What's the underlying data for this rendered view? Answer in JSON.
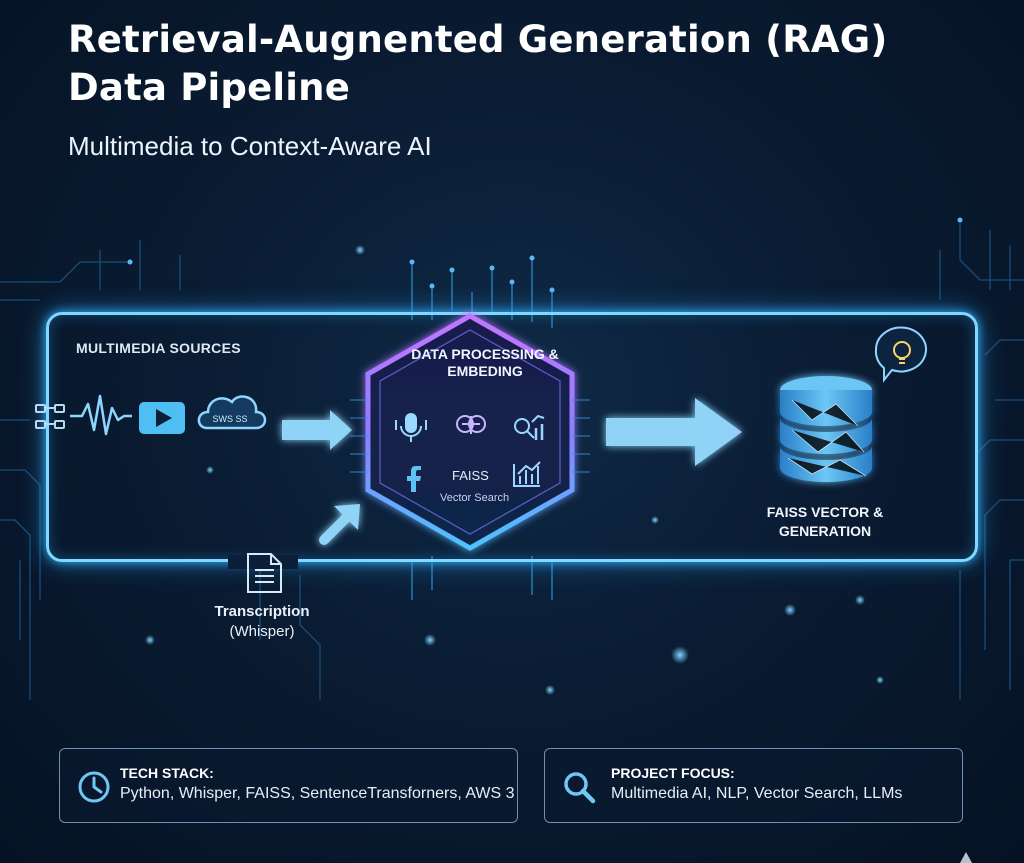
{
  "title": "Retrieval-Augnented Generation (RAG) Data Pipeline",
  "subtitle": "Multimedia to Context-Aware AI",
  "pipeline": {
    "sources_label": "MULTIMEDIA SOURCES",
    "cloud_label": "SWS SS",
    "hex_title": "DATA PROCESSING & EMBEDING",
    "faiss_label": "FAISS",
    "vector_search_label": "Vector Search",
    "db_label": "FAISS VECTOR & GENERATION",
    "transcription_label": "Transcription",
    "transcription_sub": "(Whisper)"
  },
  "tech_stack": {
    "heading": "TECH STACK:",
    "text": "Python, Whisper, FAISS, SentenceTransforners, AWS 3"
  },
  "project_focus": {
    "heading": "PROJECT FOCUS:",
    "text": "Multimedia AI, NLP, Vector Search, LLMs"
  },
  "colors": {
    "background": "#0a1c33",
    "neon_blue": "#7fd8ff",
    "neon_purple": "#a36bff",
    "arrow_blue": "#8fd3f6"
  },
  "icons": [
    "network-icon",
    "waveform-icon",
    "play-icon",
    "cloud-icon",
    "microphone-icon",
    "brain-icon",
    "search-chart-icon",
    "facebook-icon",
    "bar-chart-icon",
    "database-icon",
    "lightbulb-icon",
    "document-icon",
    "clock-icon",
    "search-icon"
  ]
}
